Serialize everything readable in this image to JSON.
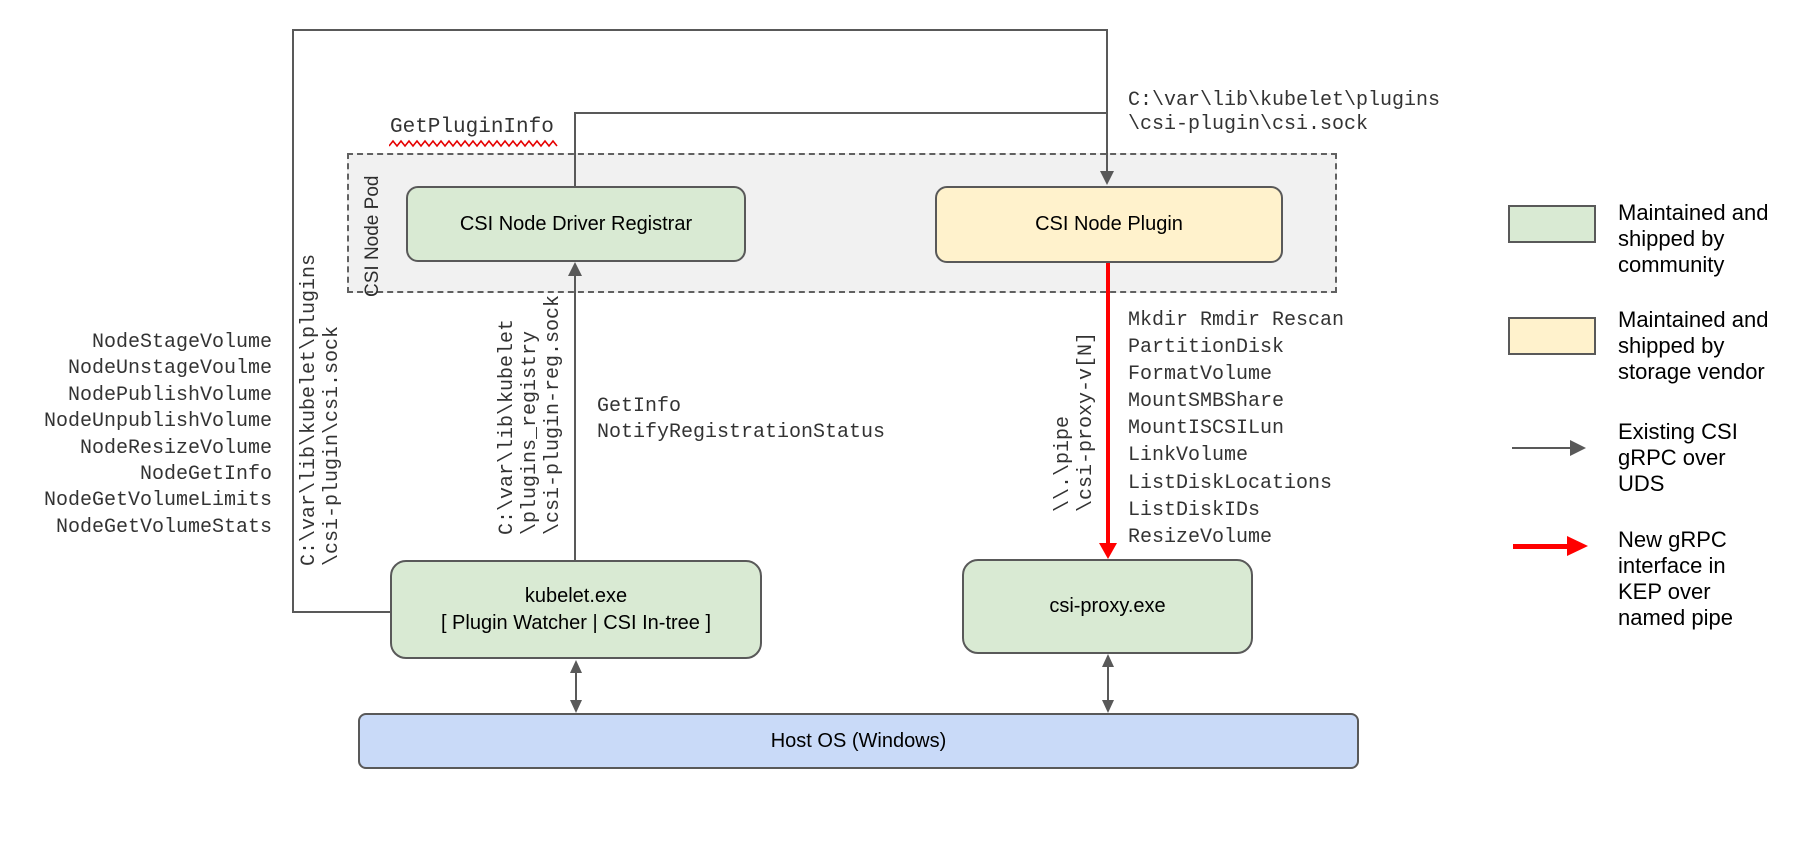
{
  "colors": {
    "community_green": "#d9ead3",
    "vendor_yellow": "#fff2cc",
    "host_blue": "#c9daf8",
    "pod_gray": "#f1f1f1",
    "line_gray": "#595959",
    "arrow_red": "#ff0000"
  },
  "pod": {
    "label": "CSI Node Pod"
  },
  "boxes": {
    "registrar": "CSI Node Driver Registrar",
    "plugin": "CSI Node Plugin",
    "kubelet": "kubelet.exe\n[ Plugin Watcher | CSI In-tree ]",
    "csi_proxy": "csi-proxy.exe",
    "host_os": "Host OS (Windows)"
  },
  "labels": {
    "get_plugin_info": "GetPluginInfo",
    "kubelet_plugins_sock": "C:\\var\\lib\\kubelet\\plugins\n\\csi-plugin\\csi.sock",
    "kubelet_plugins_sock_vertical": "C:\\var\\lib\\kubelet\\plugins\n\\csi-plugin\\csi.sock",
    "registry_sock_vertical": "C:\\var\\lib\\kubelet\n\\plugins_registry\n\\csi-plugin-reg.sock",
    "named_pipe_vertical": "\\\\.\\pipe\n\\csi-proxy-v[N]",
    "registration_calls": "GetInfo\nNotifyRegistrationStatus"
  },
  "node_ops": [
    "NodeStageVolume",
    "NodeUnstageVoulme",
    "NodePublishVolume",
    "NodeUnpublishVolume",
    "NodeResizeVolume",
    "NodeGetInfo",
    "NodeGetVolumeLimits",
    "NodeGetVolumeStats"
  ],
  "proxy_ops": [
    "Mkdir Rmdir Rescan",
    "PartitionDisk",
    "FormatVolume",
    "MountSMBShare",
    "MountISCSILun",
    "LinkVolume",
    "ListDiskLocations",
    "ListDiskIDs",
    "ResizeVolume"
  ],
  "legend": {
    "items": [
      {
        "kind": "swatch",
        "color": "#d9ead3",
        "text": "Maintained and\nshipped by\ncommunity"
      },
      {
        "kind": "swatch",
        "color": "#fff2cc",
        "text": "Maintained and\nshipped by\nstorage vendor"
      },
      {
        "kind": "arrow",
        "color": "#595959",
        "text": "Existing CSI\ngRPC over\nUDS"
      },
      {
        "kind": "arrow",
        "color": "#ff0000",
        "text": "New gRPC\ninterface in\nKEP over\nnamed pipe"
      }
    ]
  }
}
